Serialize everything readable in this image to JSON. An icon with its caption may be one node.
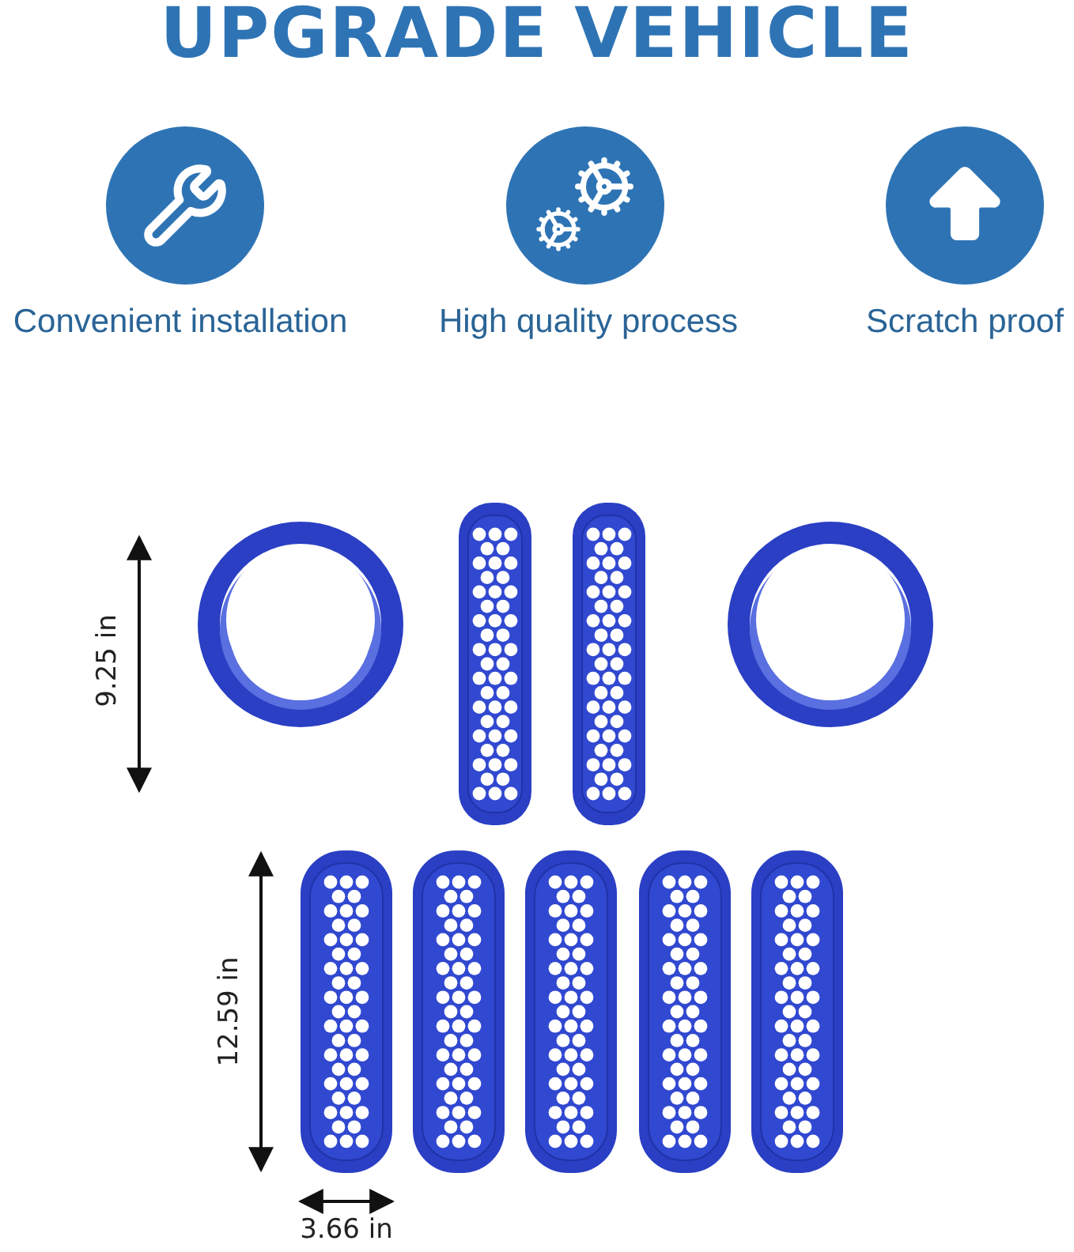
{
  "diagram": {
    "title": "UPGRADE VEHICLE",
    "labels": [
      "Convenient installation",
      "High quality process",
      "Scratch proof",
      "9.25 in",
      "12.59 in",
      "3.66 in"
    ]
  }
}
